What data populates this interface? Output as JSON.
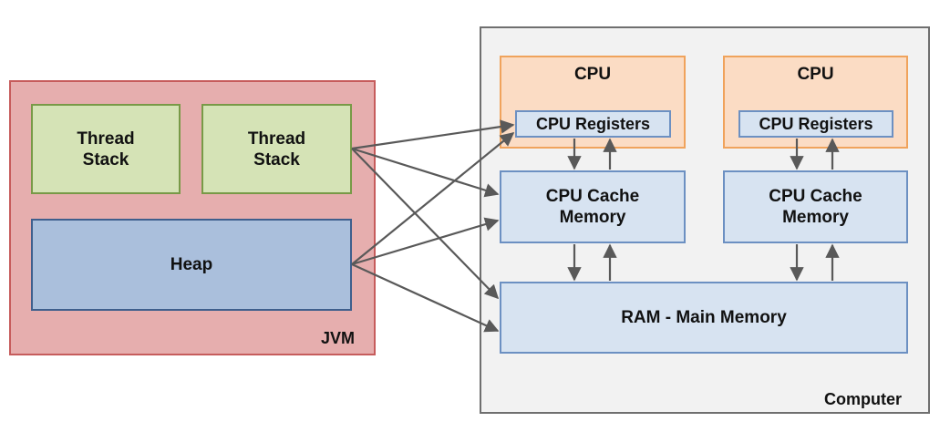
{
  "jvm": {
    "label": "JVM",
    "thread_stacks": [
      "Thread\nStack",
      "Thread\nStack"
    ],
    "heap": "Heap"
  },
  "computer": {
    "label": "Computer",
    "cpus": [
      {
        "title": "CPU",
        "registers": "CPU Registers",
        "cache": "CPU Cache\nMemory"
      },
      {
        "title": "CPU",
        "registers": "CPU Registers",
        "cache": "CPU Cache\nMemory"
      }
    ],
    "ram": "RAM - Main Memory"
  },
  "colors": {
    "jvm_fill": "#e6aeae",
    "thread_fill": "#d5e3b6",
    "heap_fill": "#aabfdc",
    "cpu_fill": "#fbdcc4",
    "memory_fill": "#d7e3f1",
    "arrow": "#595959"
  }
}
